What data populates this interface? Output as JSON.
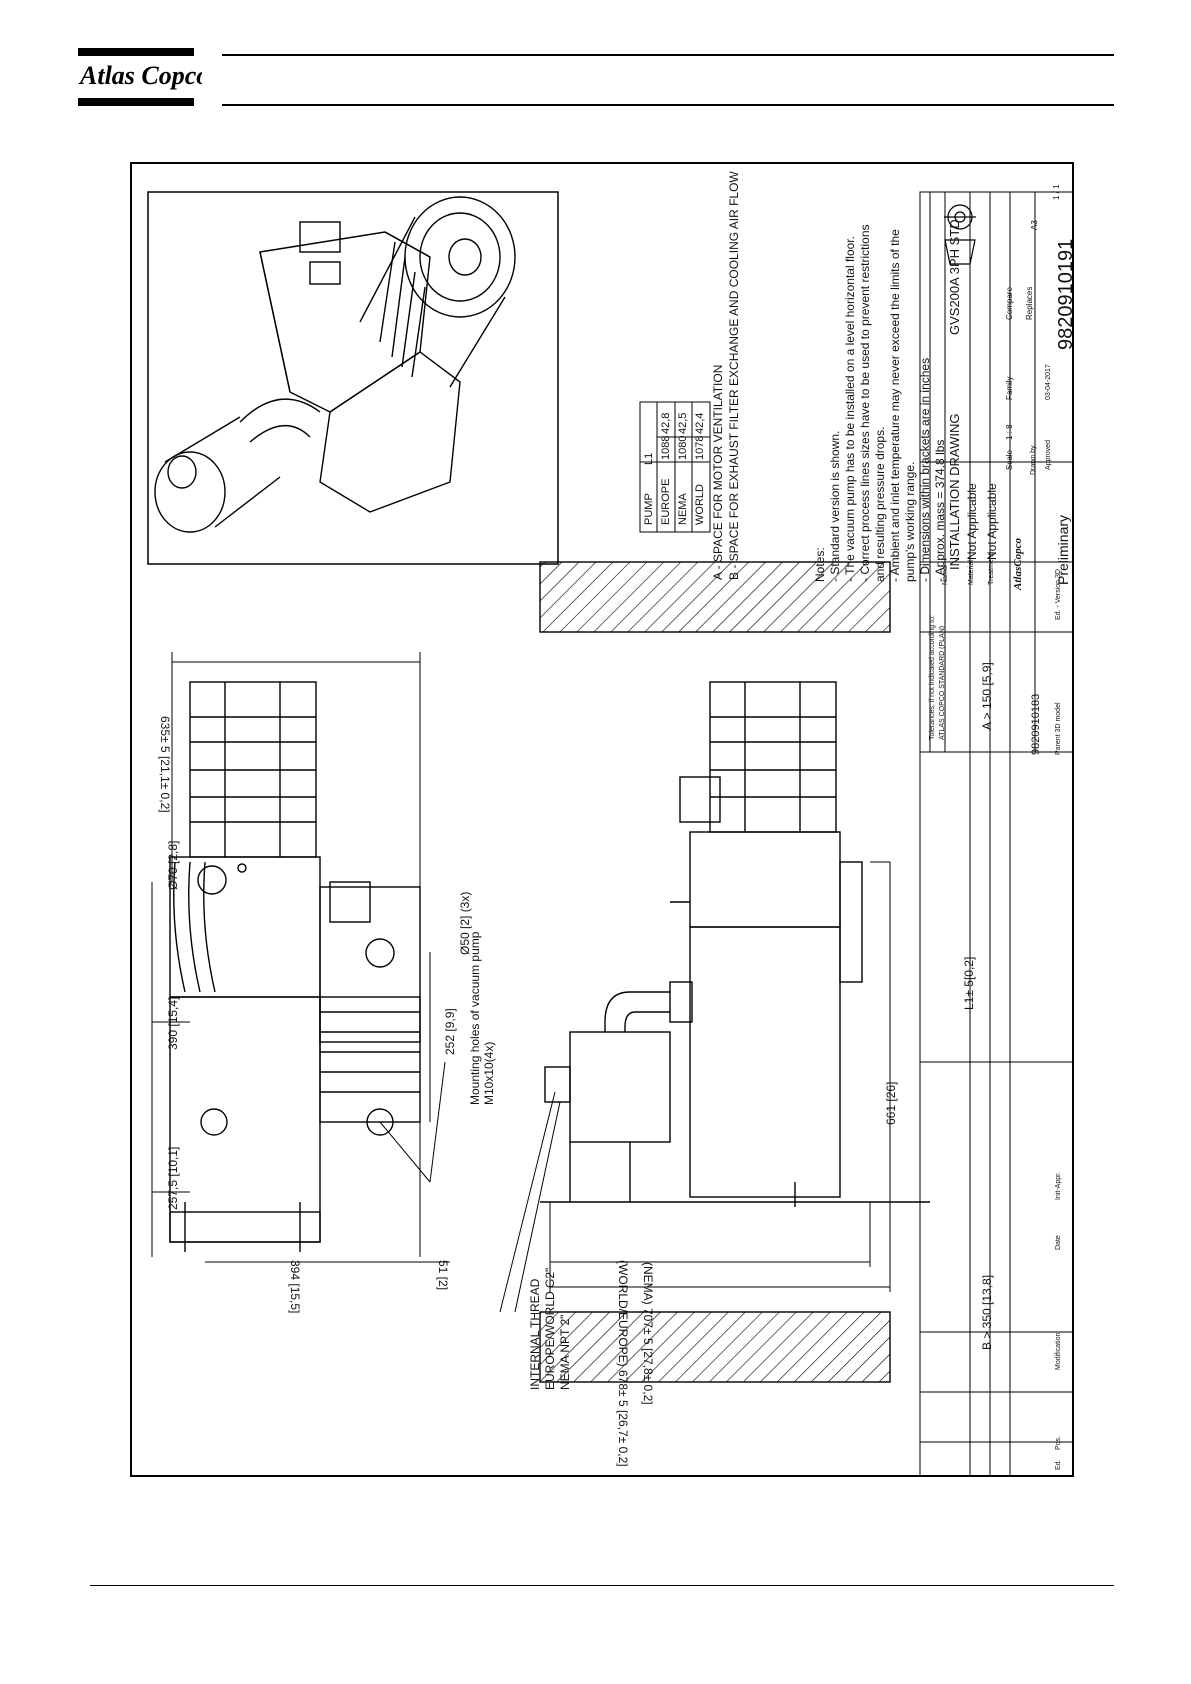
{
  "header": {
    "logo_text": "Atlas Copco",
    "brand_color": "#000000"
  },
  "drawing": {
    "top_view": {
      "dim_overall_length": "635± 5 [21,1± 0,2]",
      "dim_motor_dia": "Ø70 [2,8]",
      "dim_390": "390 [15,4]",
      "dim_257": "257,5 [10,1]",
      "dim_252": "252 [9,9]",
      "dim_hole_dia": "Ø50 [2] (3x)",
      "dim_394": "394 [15,5]",
      "dim_51": "51 [2]",
      "mounting_label_1": "Mounting holes of vacuum pump",
      "mounting_label_2": "M10x10(4x)"
    },
    "side_view": {
      "dim_world_europe": "(WORLD/EUROPE) 678± 5 [26,7± 0,2]",
      "dim_nema": "(NEMA) 707± 5 [27,8± 0,2]",
      "dim_661": "661 [26]",
      "dim_L1": "L1± 5[0,2]",
      "dim_A": "A > 150 [5,9]",
      "dim_B": "B > 350 [13,8]",
      "thread_1": "INTERNAL THREAD",
      "thread_2": "EUROPE/WORLD G2\"",
      "thread_3": "NEMA NPT 2\""
    },
    "l1_table": {
      "headers": [
        "PUMP",
        "L1"
      ],
      "rows": [
        [
          "EUROPE",
          "1088",
          "42,8"
        ],
        [
          "NEMA",
          "1080",
          "42,5"
        ],
        [
          "WORLD",
          "1078",
          "42,4"
        ]
      ]
    },
    "space_notes": [
      "A - SPACE FOR MOTOR VENTILATION",
      "B - SPACE FOR EXHAUST FILTER EXCHANGE  AND COOLING AIR FLOW"
    ],
    "notes": {
      "title": "Notes:",
      "items": [
        "- Standard version is shown.",
        "- The vacuum pump has to be installed on a level horizontal floor.",
        "- Correct process lines sizes have to be used to prevent restrictions",
        "  and resulting pressure drops.",
        "- Ambient and inlet temperature may never exceed the limits of the",
        "  pump's working range.",
        "- Dimensions within brackets are in inches",
        "- Approx. mass = 374,8 lbs"
      ]
    },
    "title_block": {
      "tolerance_note": "Tolerances, if not indicated according to:",
      "standard": "ATLAS COPCO STANDARD (PLAN)",
      "name_label": "Name",
      "name_value": "INSTALLATION  DRAWING",
      "product": "GVS200A 3PH STD",
      "material_label": "Material",
      "material_value": "Not Applicable",
      "treatment_label": "Treatment",
      "treatment_value": "Not Applicable",
      "scale_label": "Scale",
      "scale_value": "1 : 8",
      "family_label": "Family",
      "compare_label": "Compare",
      "replaces_label": "Replaces",
      "logo_small": "AtlasCopco",
      "doc_number": "9820910191",
      "status": "Preliminary",
      "format": "A3",
      "sheet": "1 / 1",
      "date": "03-04-2017",
      "parent_model": "9820910183",
      "parent_label": "Parent 3D model",
      "ed_version": "Ed. - Version 3D",
      "drawn_by": "Drawn by",
      "approved": "Approved",
      "review_block": {
        "ed": "Ed.",
        "pos": "Pos.",
        "modification": "Modification",
        "date": "Date",
        "init_appr": "Init-Appr."
      }
    }
  }
}
